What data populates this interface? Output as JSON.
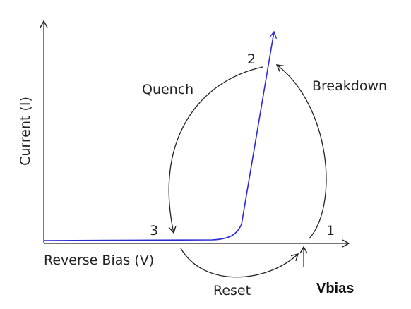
{
  "axes": {
    "y_label": "Current (I)",
    "x_label": "Reverse Bias (V)"
  },
  "points": {
    "p1": "1",
    "p2": "2",
    "p3": "3"
  },
  "transitions": {
    "breakdown": "Breakdown",
    "quench": "Quench",
    "reset": "Reset"
  },
  "markers": {
    "vbias": "Vbias"
  },
  "colors": {
    "iv_curve": "#2a2ad8",
    "arrows": "#222222",
    "axes": "#222222"
  }
}
